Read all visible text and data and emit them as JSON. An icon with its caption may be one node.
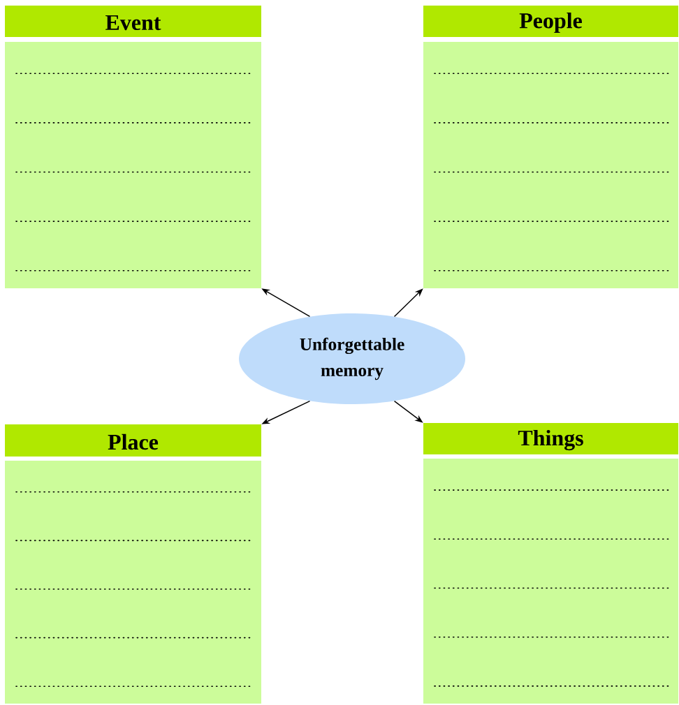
{
  "diagram": {
    "nodes": [
      {
        "text": [
          "Event"
        ]
      },
      {
        "text": [
          "People"
        ]
      },
      {
        "text": [
          "Unforgettable memory"
        ]
      },
      {
        "text": [
          "Place"
        ]
      },
      {
        "text": [
          "Things"
        ]
      }
    ],
    "edges": [
      {
        "from": 2,
        "to": 0,
        "arrow": "to"
      },
      {
        "from": 2,
        "to": 1,
        "arrow": "to"
      },
      {
        "from": 2,
        "to": 3,
        "arrow": "to"
      },
      {
        "from": 2,
        "to": 4,
        "arrow": "to"
      }
    ]
  }
}
